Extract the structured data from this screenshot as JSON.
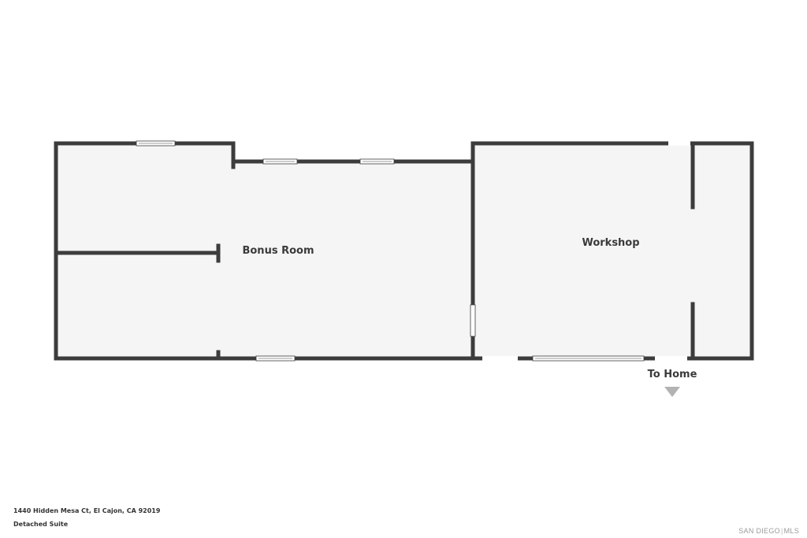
{
  "plan": {
    "rooms": [
      {
        "label": "Bonus Room"
      },
      {
        "label": "Workshop"
      }
    ],
    "direction": {
      "label": "To Home",
      "arrow_icon": "triangle-down-icon",
      "arrow_color": "#b3b3b3"
    },
    "colors": {
      "wall": "#3c3c3c",
      "floor": "#f5f5f5",
      "opening": "#ffffff"
    }
  },
  "footer": {
    "address": "1440 Hidden Mesa Ct, El Cajon, CA 92019",
    "unit": "Detached Suite",
    "logo_left": "SAN DIEGO",
    "logo_right": "MLS"
  }
}
